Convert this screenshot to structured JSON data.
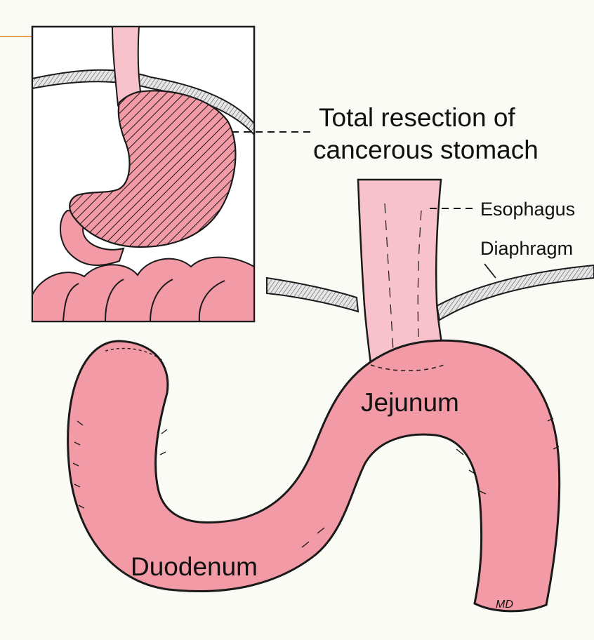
{
  "diagram": {
    "labels": {
      "resection_line1": "Total resection of",
      "resection_line2": "cancerous stomach",
      "esophagus": "Esophagus",
      "diaphragm": "Diaphragm",
      "jejunum": "Jejunum",
      "duodenum": "Duodenum",
      "signature": "MD"
    },
    "colors": {
      "background": "#fbfbf5",
      "tissue": "#f29aa6",
      "esophagus": "#f7c2cc",
      "outline": "#1a1a1a",
      "accent_line": "#e8a04a"
    }
  }
}
